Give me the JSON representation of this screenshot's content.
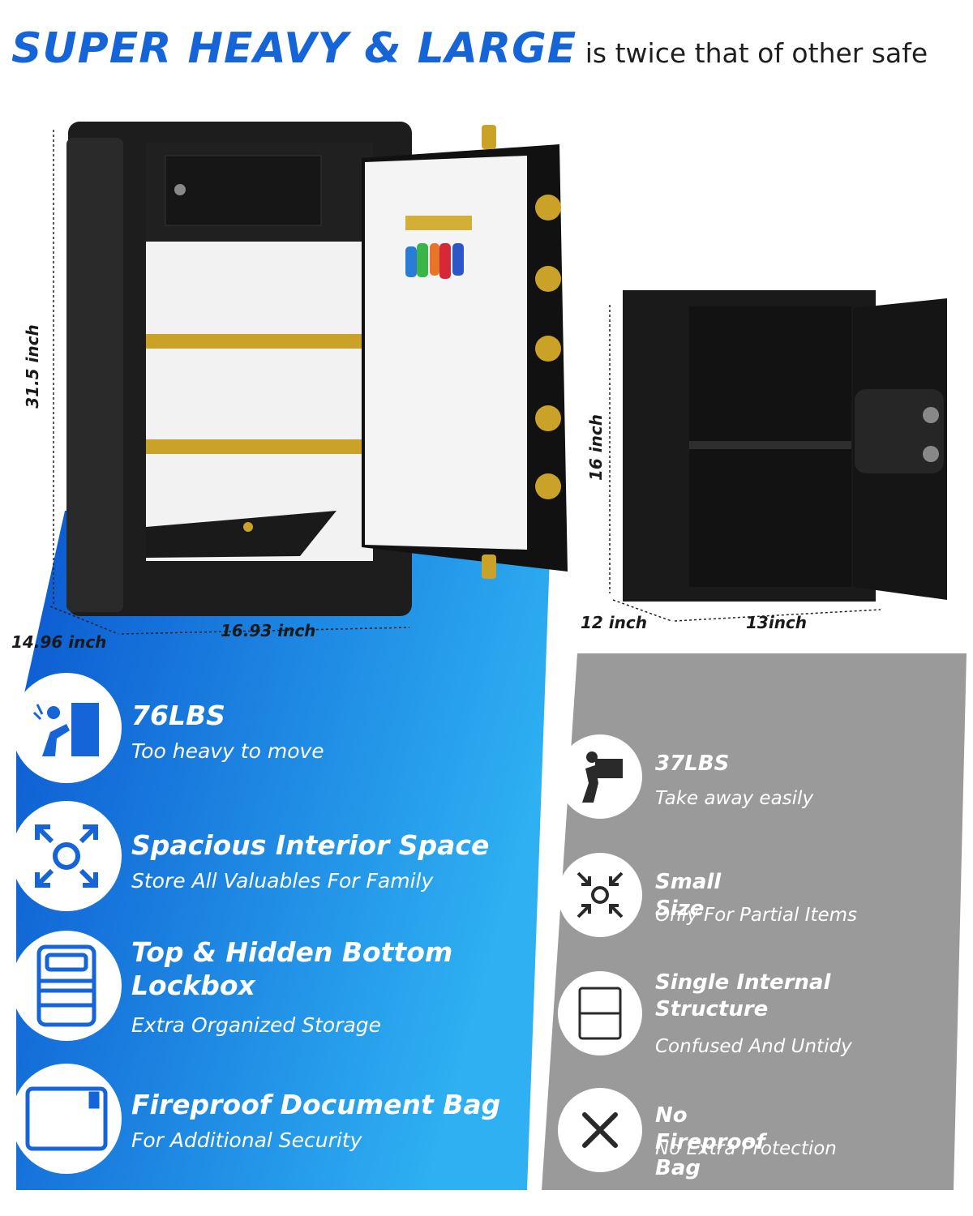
{
  "headline": {
    "strong": "SUPER HEAVY & LARGE",
    "rest": "is twice that of other safe"
  },
  "large_safe": {
    "height_label": "31.5 inch",
    "depth_label": "14.96 inch",
    "width_label": "16.93 inch"
  },
  "small_safe": {
    "height_label": "16 inch",
    "depth_label": "12 inch",
    "width_label": "13inch"
  },
  "left_features": [
    {
      "title": "76LBS",
      "subtitle": "Too heavy to move",
      "icon": "person-pushing-safe-icon"
    },
    {
      "title": "Spacious Interior Space",
      "subtitle": "Store All Valuables For Family",
      "icon": "expand-arrows-icon"
    },
    {
      "title": "Top & Hidden Bottom Lockbox",
      "subtitle": "Extra Organized Storage",
      "icon": "lockbox-cabinet-icon"
    },
    {
      "title": "Fireproof Document Bag",
      "subtitle": "For Additional Security",
      "icon": "document-bag-icon"
    }
  ],
  "right_features": [
    {
      "title": "37LBS",
      "subtitle": "Take away easily",
      "icon": "person-carrying-box-icon"
    },
    {
      "title": "Small Size",
      "subtitle": "Only For Partial Items",
      "icon": "shrink-arrows-icon"
    },
    {
      "title": "Single Internal Structure",
      "subtitle": "Confused And Untidy",
      "icon": "single-shelf-icon"
    },
    {
      "title": "No Fireproof Bag",
      "subtitle": "No Extra Protection",
      "icon": "cross-icon"
    }
  ],
  "colors": {
    "brand_blue": "#1565d8",
    "panel_blue_dark": "#0b57d0",
    "panel_blue_light": "#2ea8f0",
    "panel_gray": "#9a9a9a",
    "safe_black": "#1b1b1b",
    "brass": "#c9a227"
  }
}
